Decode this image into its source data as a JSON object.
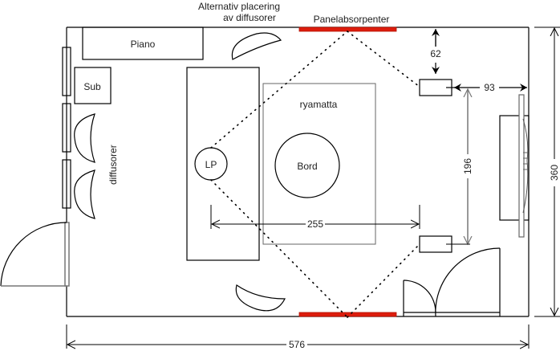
{
  "diagram": {
    "title": "Room layout plan",
    "labels": {
      "alt_diffusers_line1": "Alternativ placering",
      "alt_diffusers_line2": "av diffusorer",
      "panel_absorbers": "Panelabsorpenter",
      "piano": "Piano",
      "sub": "Sub",
      "diffusers": "diffusorer",
      "rug": "ryamatta",
      "listening_position": "LP",
      "table": "Bord"
    },
    "dimensions": {
      "speaker_to_front_wall": "62",
      "speaker_to_side_wall": "93",
      "speaker_spacing": "196",
      "lp_to_speakers": "255",
      "room_width": "360",
      "room_length": "576"
    },
    "colors": {
      "absorber": "#dd1d0d",
      "lines": "#000000",
      "secondary": "#777777"
    }
  }
}
